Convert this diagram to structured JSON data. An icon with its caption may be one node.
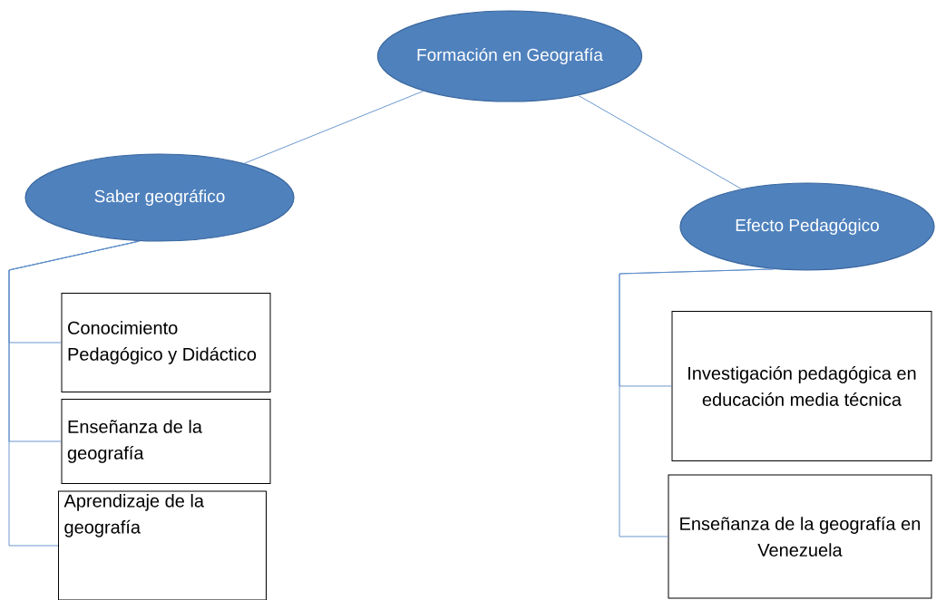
{
  "diagram": {
    "nodes": [
      {
        "text": [
          "Formación en Geografía"
        ]
      },
      {
        "text": [
          "Saber geográfico"
        ]
      },
      {
        "text": [
          "Efecto Pedagógico"
        ]
      },
      {
        "text": [
          "Conocimiento Pedagógico y Didáctico"
        ]
      },
      {
        "text": [
          "Enseñanza de la geografía"
        ]
      },
      {
        "text": [
          "Aprendizaje de la geografía"
        ]
      },
      {
        "text": [
          "Investigación pedagógica en educación media técnica"
        ]
      },
      {
        "text": [
          "Enseñanza de la geografía en Venezuela"
        ]
      }
    ],
    "edges": [
      {
        "from": 0,
        "to": 1,
        "arrow": "none"
      },
      {
        "from": 0,
        "to": 2,
        "arrow": "none"
      },
      {
        "from": 1,
        "to": 3,
        "arrow": "none"
      },
      {
        "from": 1,
        "to": 4,
        "arrow": "none"
      },
      {
        "from": 1,
        "to": 5,
        "arrow": "none"
      },
      {
        "from": 2,
        "to": 6,
        "arrow": "none"
      },
      {
        "from": 2,
        "to": 7,
        "arrow": "none"
      }
    ]
  }
}
